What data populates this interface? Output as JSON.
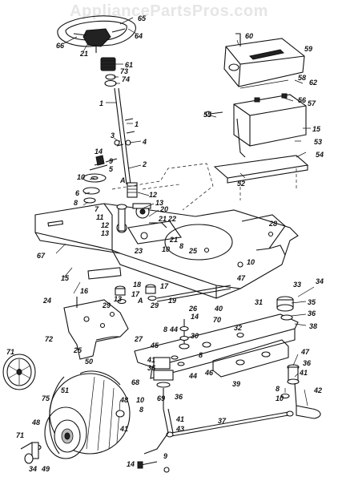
{
  "watermark": "AppliancePartsPros.com",
  "labels": [
    {
      "id": "66",
      "t": "66"
    },
    {
      "id": "21a",
      "t": "21"
    },
    {
      "id": "64",
      "t": "64"
    },
    {
      "id": "65",
      "t": "65"
    },
    {
      "id": "61",
      "t": "61"
    },
    {
      "id": "73",
      "t": "73"
    },
    {
      "id": "74",
      "t": "74"
    },
    {
      "id": "1a",
      "t": "1"
    },
    {
      "id": "1b",
      "t": "1"
    },
    {
      "id": "3",
      "t": "3"
    },
    {
      "id": "4",
      "t": "4"
    },
    {
      "id": "14a",
      "t": "14"
    },
    {
      "id": "9",
      "t": "9"
    },
    {
      "id": "5",
      "t": "5"
    },
    {
      "id": "10a",
      "t": "10"
    },
    {
      "id": "2",
      "t": "2"
    },
    {
      "id": "A1",
      "t": "A"
    },
    {
      "id": "6",
      "t": "6"
    },
    {
      "id": "8a",
      "t": "8"
    },
    {
      "id": "7",
      "t": "7"
    },
    {
      "id": "12a",
      "t": "12"
    },
    {
      "id": "13a",
      "t": "13"
    },
    {
      "id": "20",
      "t": "20"
    },
    {
      "id": "11",
      "t": "11"
    },
    {
      "id": "21b",
      "t": "21"
    },
    {
      "id": "22",
      "t": "22"
    },
    {
      "id": "12b",
      "t": "12"
    },
    {
      "id": "13b",
      "t": "13"
    },
    {
      "id": "21c",
      "t": "21"
    },
    {
      "id": "8b",
      "t": "8"
    },
    {
      "id": "23",
      "t": "23"
    },
    {
      "id": "10b",
      "t": "10"
    },
    {
      "id": "25a",
      "t": "25"
    },
    {
      "id": "67",
      "t": "67"
    },
    {
      "id": "15a",
      "t": "15"
    },
    {
      "id": "16",
      "t": "16"
    },
    {
      "id": "10c",
      "t": "10"
    },
    {
      "id": "47a",
      "t": "47"
    },
    {
      "id": "28",
      "t": "28"
    },
    {
      "id": "60",
      "t": "60"
    },
    {
      "id": "59",
      "t": "59"
    },
    {
      "id": "62",
      "t": "62"
    },
    {
      "id": "58",
      "t": "58"
    },
    {
      "id": "55",
      "t": "55"
    },
    {
      "id": "56",
      "t": "56"
    },
    {
      "id": "57",
      "t": "57"
    },
    {
      "id": "15b",
      "t": "15"
    },
    {
      "id": "53",
      "t": "53"
    },
    {
      "id": "54",
      "t": "54"
    },
    {
      "id": "52",
      "t": "52"
    },
    {
      "id": "18",
      "t": "18"
    },
    {
      "id": "17a",
      "t": "17"
    },
    {
      "id": "17b",
      "t": "17"
    },
    {
      "id": "19",
      "t": "19"
    },
    {
      "id": "24",
      "t": "24"
    },
    {
      "id": "13c",
      "t": "13"
    },
    {
      "id": "29a",
      "t": "29"
    },
    {
      "id": "29b",
      "t": "29"
    },
    {
      "id": "A2",
      "t": "A"
    },
    {
      "id": "26",
      "t": "26"
    },
    {
      "id": "40",
      "t": "40"
    },
    {
      "id": "31",
      "t": "31"
    },
    {
      "id": "33",
      "t": "33"
    },
    {
      "id": "34a",
      "t": "34"
    },
    {
      "id": "35",
      "t": "35"
    },
    {
      "id": "36a",
      "t": "36"
    },
    {
      "id": "38",
      "t": "38"
    },
    {
      "id": "14b",
      "t": "14"
    },
    {
      "id": "30",
      "t": "30"
    },
    {
      "id": "70",
      "t": "70"
    },
    {
      "id": "32",
      "t": "32"
    },
    {
      "id": "8c",
      "t": "8"
    },
    {
      "id": "44a",
      "t": "44"
    },
    {
      "id": "45",
      "t": "45"
    },
    {
      "id": "41a",
      "t": "41"
    },
    {
      "id": "36b",
      "t": "36"
    },
    {
      "id": "8d",
      "t": "8"
    },
    {
      "id": "25b",
      "t": "25"
    },
    {
      "id": "27",
      "t": "27"
    },
    {
      "id": "71a",
      "t": "71"
    },
    {
      "id": "72",
      "t": "72"
    },
    {
      "id": "68",
      "t": "68"
    },
    {
      "id": "46",
      "t": "46"
    },
    {
      "id": "44b",
      "t": "44"
    },
    {
      "id": "47b",
      "t": "47"
    },
    {
      "id": "36c",
      "t": "36"
    },
    {
      "id": "41b",
      "t": "41"
    },
    {
      "id": "42",
      "t": "42"
    },
    {
      "id": "39",
      "t": "39"
    },
    {
      "id": "50",
      "t": "50"
    },
    {
      "id": "51",
      "t": "51"
    },
    {
      "id": "75",
      "t": "75"
    },
    {
      "id": "48a",
      "t": "48"
    },
    {
      "id": "10d",
      "t": "10"
    },
    {
      "id": "8e",
      "t": "8"
    },
    {
      "id": "69",
      "t": "69"
    },
    {
      "id": "36d",
      "t": "36"
    },
    {
      "id": "41c",
      "t": "41"
    },
    {
      "id": "43",
      "t": "43"
    },
    {
      "id": "8f",
      "t": "8"
    },
    {
      "id": "10e",
      "t": "10"
    },
    {
      "id": "41d",
      "t": "41"
    },
    {
      "id": "37",
      "t": "37"
    },
    {
      "id": "48b",
      "t": "48"
    },
    {
      "id": "71b",
      "t": "71"
    },
    {
      "id": "34b",
      "t": "34"
    },
    {
      "id": "49",
      "t": "49"
    },
    {
      "id": "14c",
      "t": "14"
    },
    {
      "id": "9b",
      "t": "9"
    }
  ]
}
